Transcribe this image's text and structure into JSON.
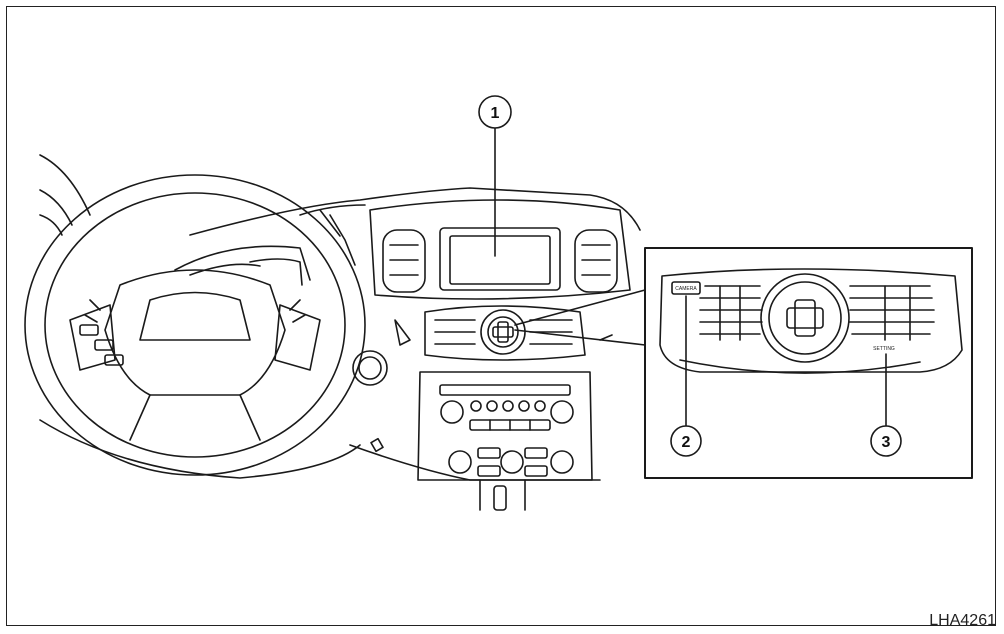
{
  "figure_ref": "LHA4261",
  "callouts": [
    {
      "num": "1"
    },
    {
      "num": "2"
    },
    {
      "num": "3"
    }
  ],
  "inset": {
    "camera_label": "CAMERA",
    "setting_label": "SETTING"
  },
  "colors": {
    "line": "#1a1a1a",
    "background": "#ffffff"
  }
}
